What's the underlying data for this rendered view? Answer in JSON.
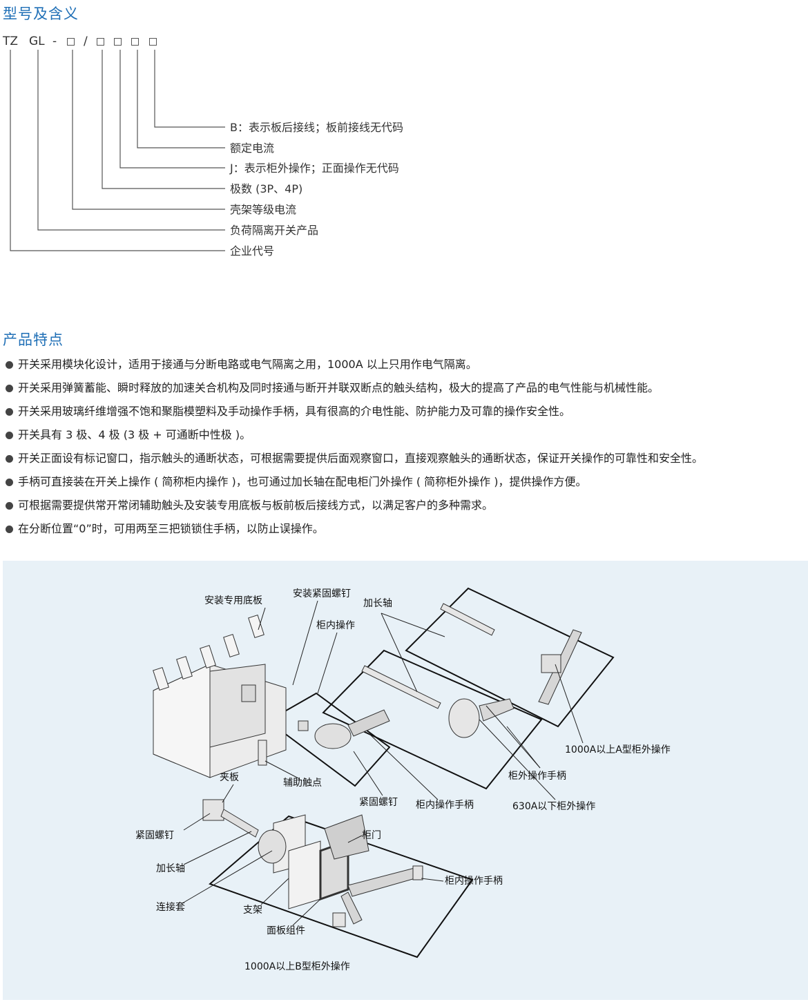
{
  "model_section": {
    "title": "型号及含义",
    "code": {
      "prefix": "TZ",
      "series": "GL",
      "dash": "-",
      "slash": "/"
    },
    "meanings": [
      "B：表示板后接线；板前接线无代码",
      "额定电流",
      "J：表示柜外操作；正面操作无代码",
      "极数 (3P、4P)",
      "壳架等级电流",
      "负荷隔离开关产品",
      "企业代号"
    ]
  },
  "features_section": {
    "title": "产品特点",
    "items": [
      "开关采用模块化设计，适用于接通与分断电路或电气隔离之用，1000A 以上只用作电气隔离。",
      "开关采用弹簧蓄能、瞬时释放的加速关合机构及同时接通与断开并联双断点的触头结构，极大的提高了产品的电气性能与机械性能。",
      "开关采用玻璃纤维增强不饱和聚脂模塑料及手动操作手柄，具有很高的介电性能、防护能力及可靠的操作安全性。",
      "开关具有 3 极、4 极 (3 极 + 可通断中性极 )。",
      "开关正面设有标记窗口，指示触头的通断状态，可根据需要提供后面观察窗口，直接观察触头的通断状态，保证开关操作的可靠性和安全性。",
      "手柄可直接装在开关上操作 ( 简称柜内操作 )，也可通过加长轴在配电柜门外操作 ( 简称柜外操作 )，提供操作方便。",
      "可根据需要提供常开常闭辅助触头及安装专用底板与板前板后接线方式，以满足客户的多种需求。",
      "在分断位置“0”时，可用两至三把锁锁住手柄，以防止误操作。"
    ]
  },
  "diagram": {
    "labels": {
      "mount_plate": "安装专用底板",
      "mount_screw": "安装紧固螺钉",
      "ext_shaft_top": "加长轴",
      "inner_op": "柜内操作",
      "above_1000a_a": "1000A以上A型柜外操作",
      "outer_handle": "柜外操作手柄",
      "below_630a": "630A以下柜外操作",
      "inner_handle_mid": "柜内操作手柄",
      "fix_screw_mid": "紧固螺钉",
      "aux_contact": "辅助触点",
      "clamp": "夹板",
      "fix_screw_left": "紧固螺钉",
      "ext_shaft_left": "加长轴",
      "coupling": "连接套",
      "bracket": "支架",
      "panel_assy": "面板组件",
      "cabinet_door": "柜门",
      "inner_handle_right": "柜内操作手柄",
      "above_1000a_b": "1000A以上B型柜外操作"
    }
  }
}
